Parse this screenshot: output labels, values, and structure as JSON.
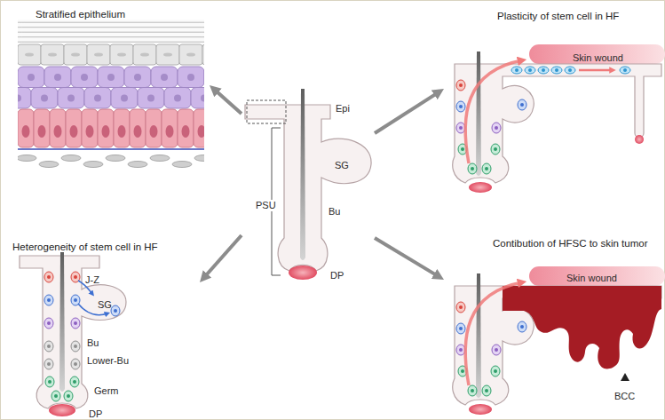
{
  "diagram": {
    "nodes": [
      {
        "text": [
          "Stratified epithelium"
        ]
      },
      {
        "text": [
          "Plasticity of stem cell in HF",
          "Skin wound"
        ]
      },
      {
        "text": [
          "Epi",
          "SG",
          "PSU",
          "Bu",
          "DP"
        ]
      },
      {
        "text": [
          "Heterogeneity of stem cell in HF",
          "J-Z",
          "SG",
          "Bu",
          "Lower-Bu",
          "Germ",
          "DP"
        ]
      },
      {
        "text": [
          "Contibution of HFSC to skin tumor",
          "Skin wound",
          "BCC"
        ]
      }
    ],
    "edges": [
      {
        "from": 2,
        "to": 0,
        "arrow": "to"
      },
      {
        "from": 2,
        "to": 1,
        "arrow": "to"
      },
      {
        "from": 2,
        "to": 3,
        "arrow": "to"
      },
      {
        "from": 2,
        "to": 4,
        "arrow": "to"
      }
    ]
  }
}
